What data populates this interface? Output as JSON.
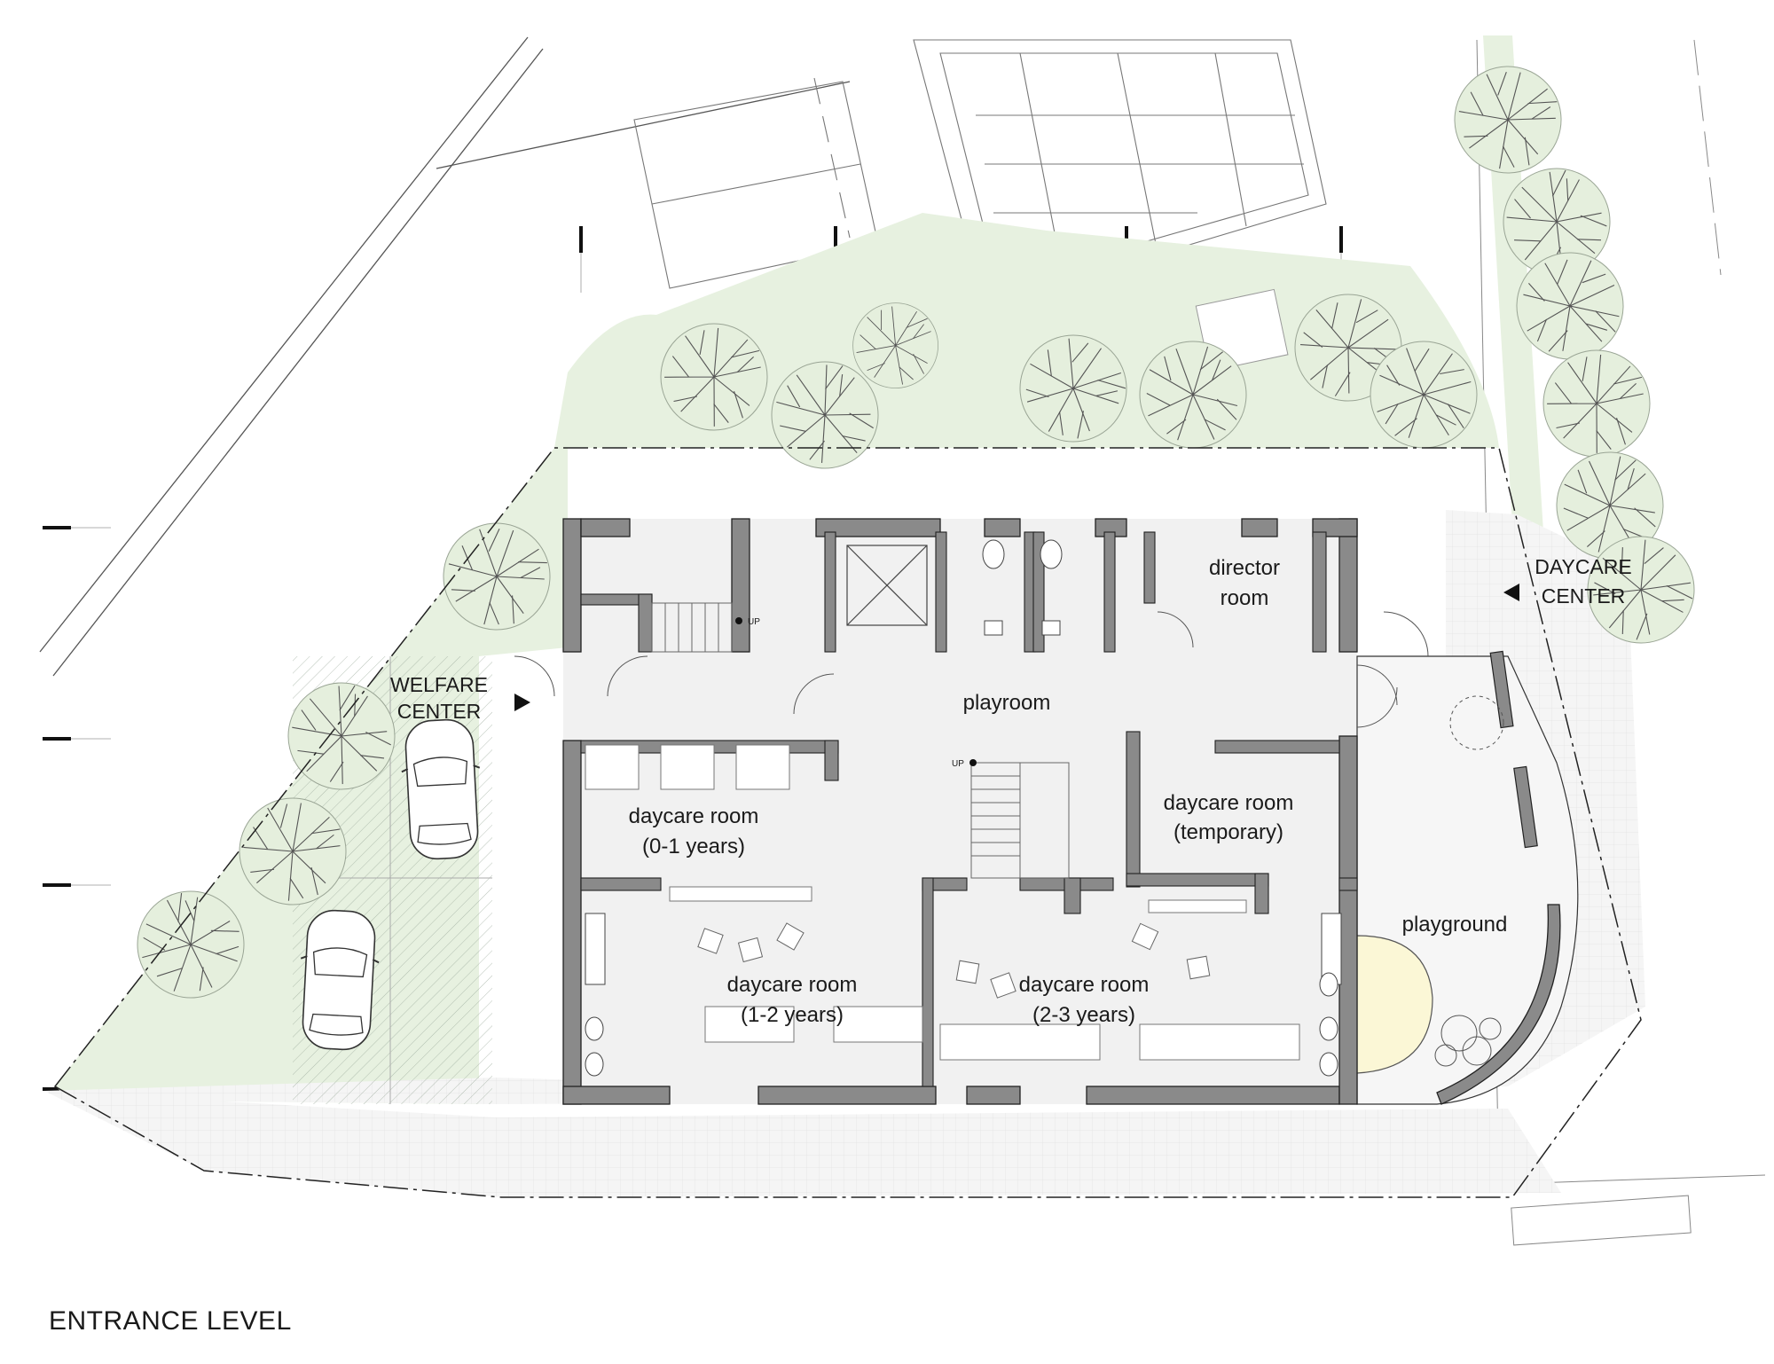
{
  "colors": {
    "green_area": "#e7f1e0",
    "paving": "#f4f4f4",
    "interior": "#f1f1f1",
    "wall": "#8a8a8a",
    "sandpit": "#fbf7d6",
    "line": "#222222"
  },
  "labels": {
    "welfare_center": [
      "WELFARE",
      "CENTER"
    ],
    "daycare_center": [
      "DAYCARE",
      "CENTER"
    ],
    "director_room": [
      "director",
      "room"
    ],
    "playroom": "playroom",
    "daycare_0_1": [
      "daycare room",
      "(0-1 years)"
    ],
    "daycare_temporary": [
      "daycare room",
      "(temporary)"
    ],
    "daycare_1_2": [
      "daycare room",
      "(1-2 years)"
    ],
    "daycare_2_3": [
      "daycare room",
      "(2-3 years)"
    ],
    "playground": "playground",
    "stair_up_1": "UP",
    "stair_up_2": "UP",
    "caption": "ENTRANCE LEVEL"
  },
  "icons": {
    "entry_arrow": "black-triangle",
    "tree": "tree-icon",
    "car": "car-icon"
  }
}
